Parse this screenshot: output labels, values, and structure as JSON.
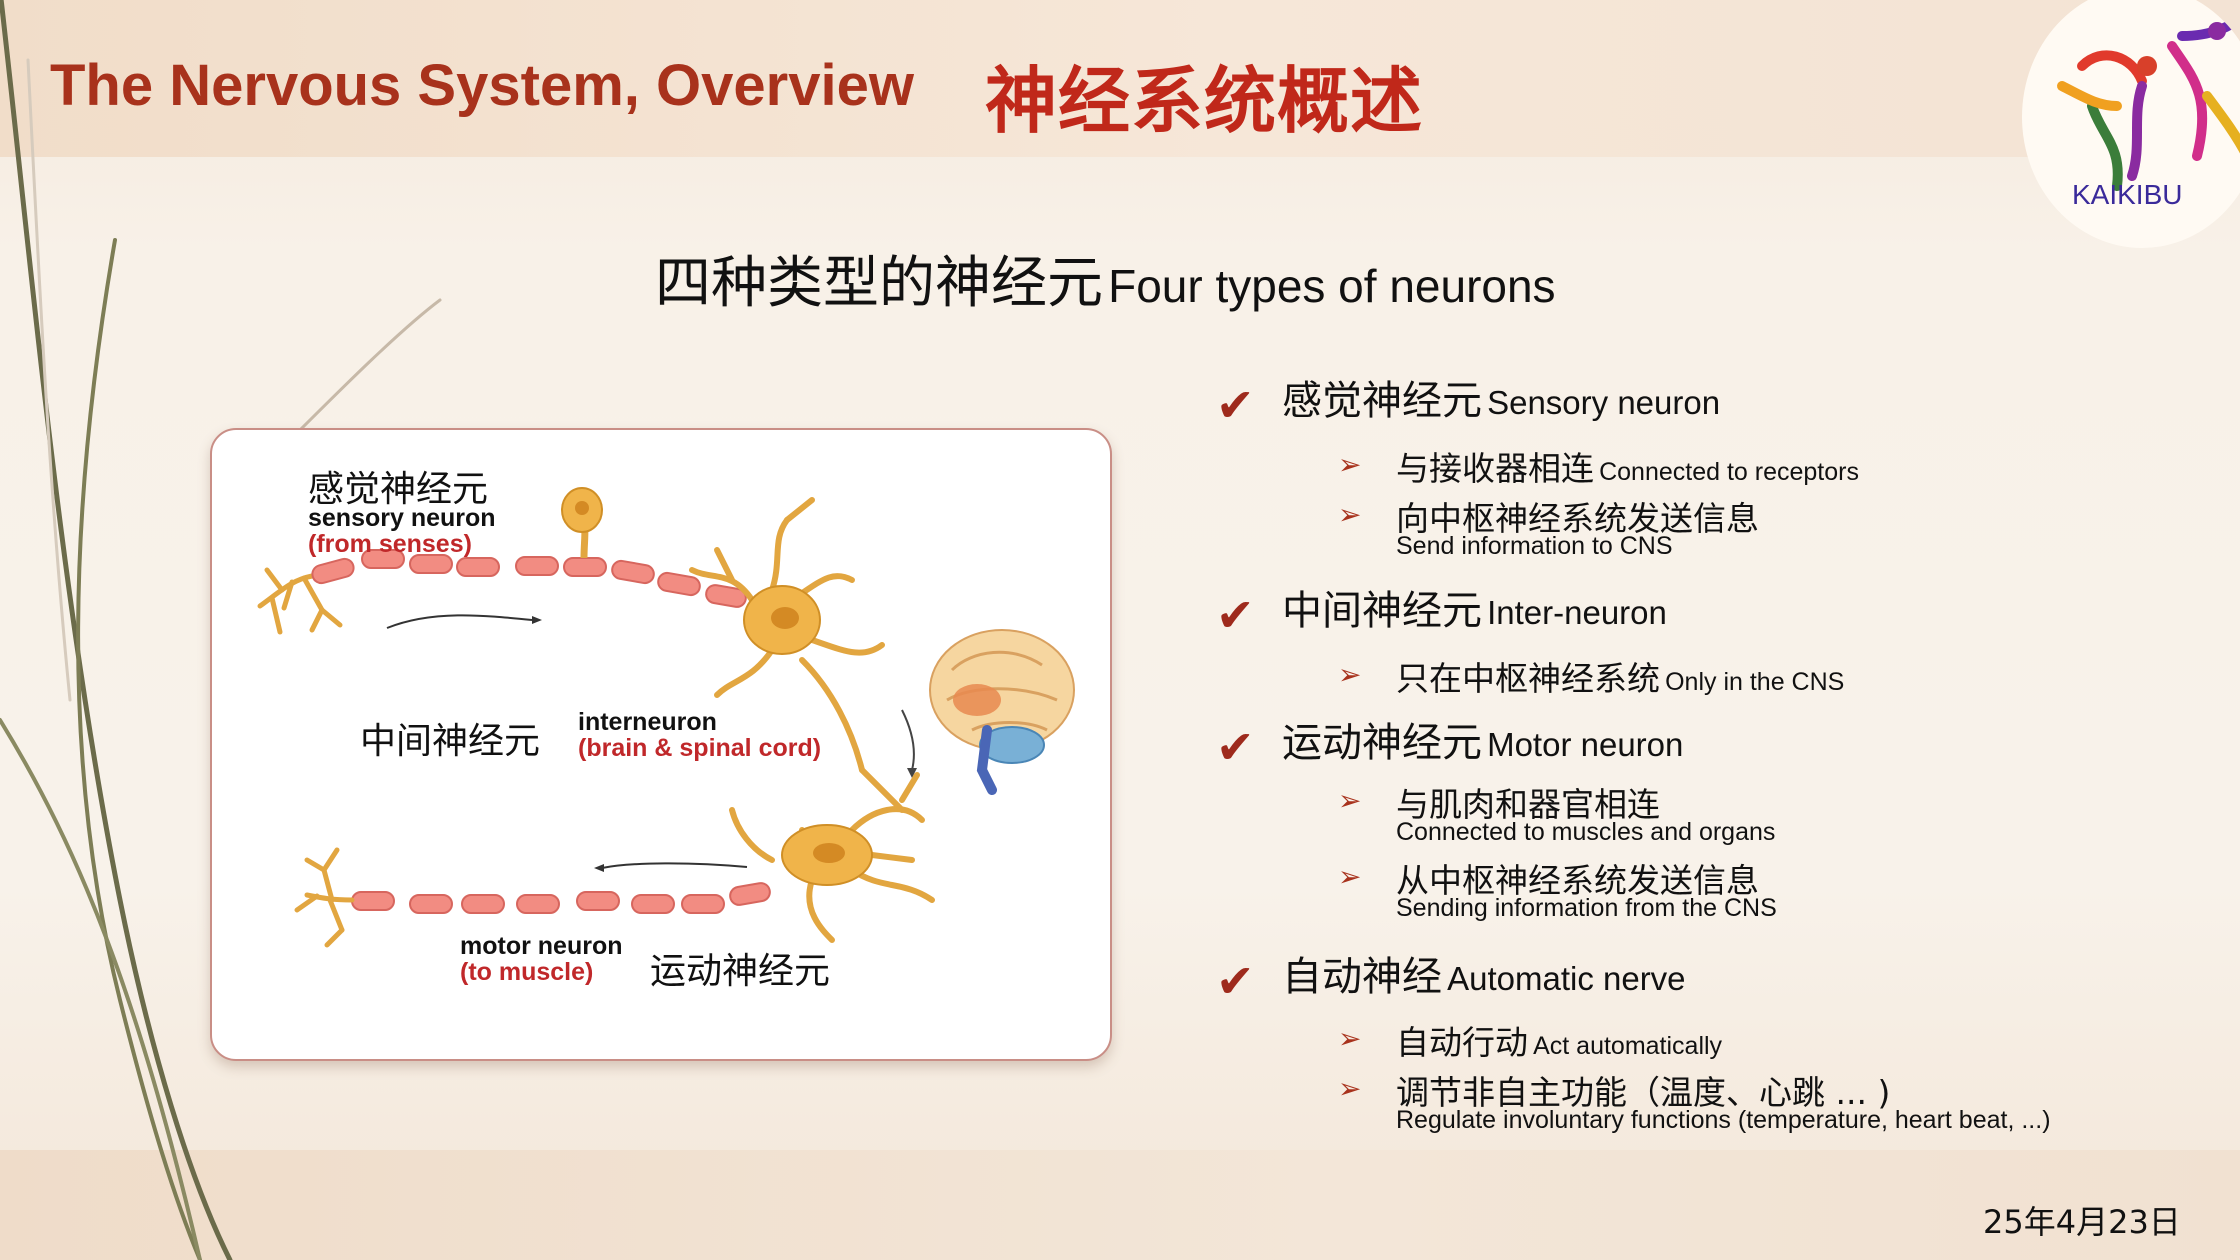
{
  "header": {
    "title_en": "The Nervous System, Overview",
    "title_zh": "神经系统概述"
  },
  "logo": {
    "text": "KAIKIBU"
  },
  "subtitle": {
    "zh": "四种类型的神经元",
    "en": "Four types of neurons"
  },
  "figure": {
    "sensory_zh": "感觉神经元",
    "sensory_en": "sensory neuron",
    "sensory_note": "(from senses)",
    "inter_zh": "中间神经元",
    "inter_en": "interneuron",
    "inter_note": "(brain & spinal cord)",
    "motor_en": "motor neuron",
    "motor_note": "(to muscle)",
    "motor_zh": "运动神经元"
  },
  "list": [
    {
      "zh": "感觉神经元",
      "en": "Sensory neuron",
      "subs": [
        {
          "zh": "与接收器相连",
          "en": "Connected to receptors"
        },
        {
          "zh": "向中枢神经系统发送信息",
          "en": "Send information to CNS"
        }
      ]
    },
    {
      "zh": "中间神经元",
      "en": "Inter-neuron",
      "subs": [
        {
          "zh": "只在中枢神经系统",
          "en": "Only in the CNS"
        }
      ]
    },
    {
      "zh": "运动神经元",
      "en": "Motor neuron",
      "subs": [
        {
          "zh": "与肌肉和器官相连",
          "en": "Connected to muscles and organs"
        },
        {
          "zh": "从中枢神经系统发送信息",
          "en": "Sending information from the CNS"
        }
      ]
    },
    {
      "zh": "自动神经",
      "en": "Automatic nerve",
      "subs": [
        {
          "zh": "自动行动",
          "en": "Act automatically"
        },
        {
          "zh": "调节非自主功能（温度、心跳 ... )",
          "en": "Regulate involuntary functions (temperature, heart beat, ...)"
        }
      ]
    }
  ],
  "footer": {
    "date": "25年4月23日"
  },
  "colors": {
    "title": "#a8321c",
    "accent": "#9e2a1c",
    "axon": "#f08a80",
    "neuron": "#e9a93a"
  }
}
